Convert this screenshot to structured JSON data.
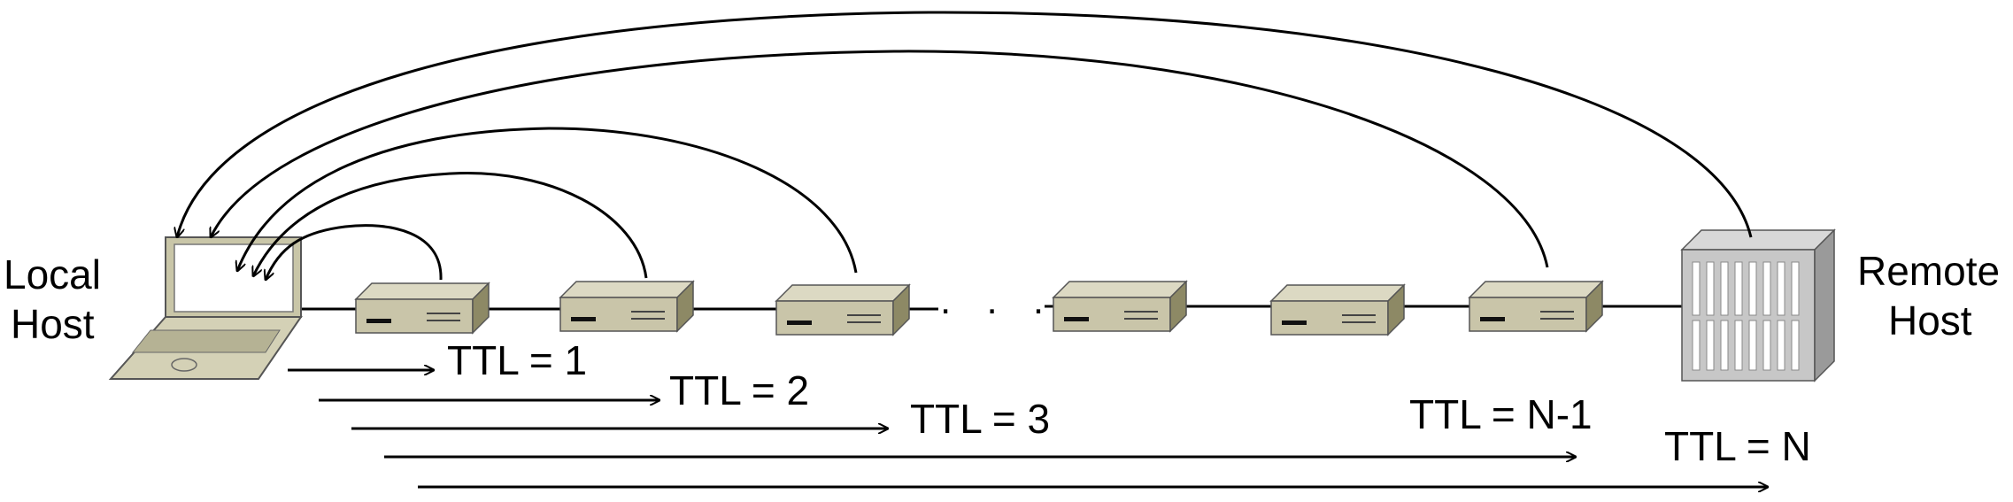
{
  "labels": {
    "local_host": [
      "Local",
      "Host"
    ],
    "remote_host": [
      "Remote",
      "Host"
    ],
    "ellipsis": ". . ."
  },
  "ttl_labels": [
    "TTL = 1",
    "TTL = 2",
    "TTL = 3",
    "TTL = N-1",
    "TTL = N"
  ],
  "colors": {
    "device_top": "#d9d6c0",
    "device_front": "#c8c4a8",
    "device_side": "#8e8a66",
    "server_front": "#c7c7c7",
    "server_side": "#9a9a9a",
    "laptop": "#c9c6a8",
    "line": "#000000"
  },
  "icons": [
    "laptop-icon",
    "router-icon",
    "server-icon",
    "arrow-icon"
  ]
}
